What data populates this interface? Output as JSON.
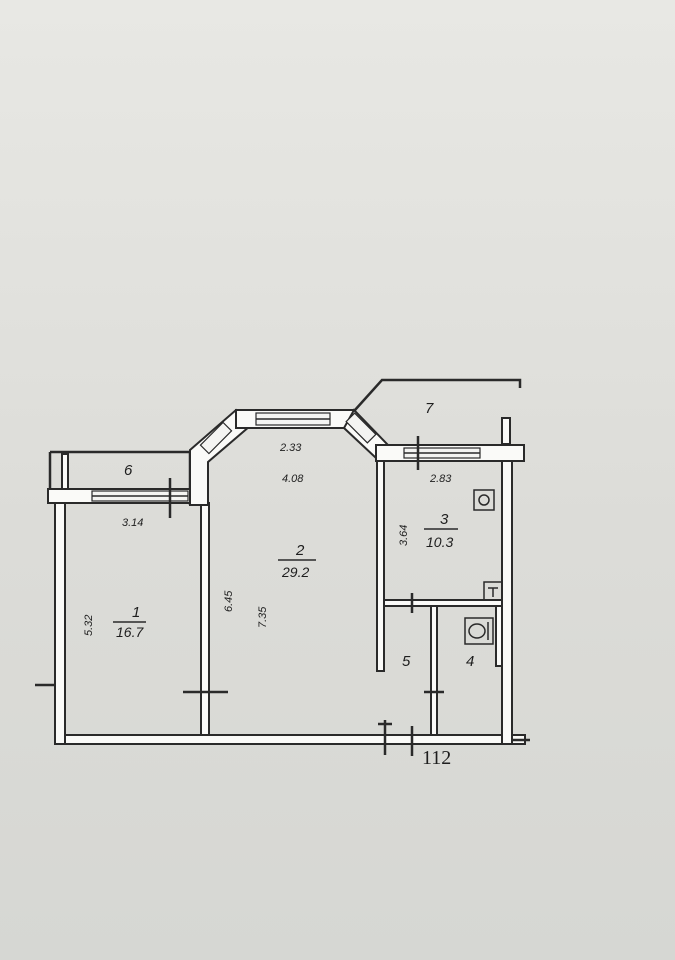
{
  "plan": {
    "sheet_number": "112",
    "rooms": [
      {
        "id": "1",
        "area": "16.7"
      },
      {
        "id": "2",
        "area": "29.2"
      },
      {
        "id": "3",
        "area": "10.3"
      },
      {
        "id": "4",
        "area": ""
      },
      {
        "id": "5",
        "area": ""
      },
      {
        "id": "6",
        "area": ""
      },
      {
        "id": "7",
        "area": ""
      }
    ],
    "dimensions": {
      "room1_width": "3.14",
      "room1_length": "5.32",
      "room2_window_width": "2.33",
      "room2_width": "4.08",
      "room2_length_left": "6.45",
      "room2_length": "7.35",
      "room3_width": "2.83",
      "room3_length": "3.64"
    }
  }
}
